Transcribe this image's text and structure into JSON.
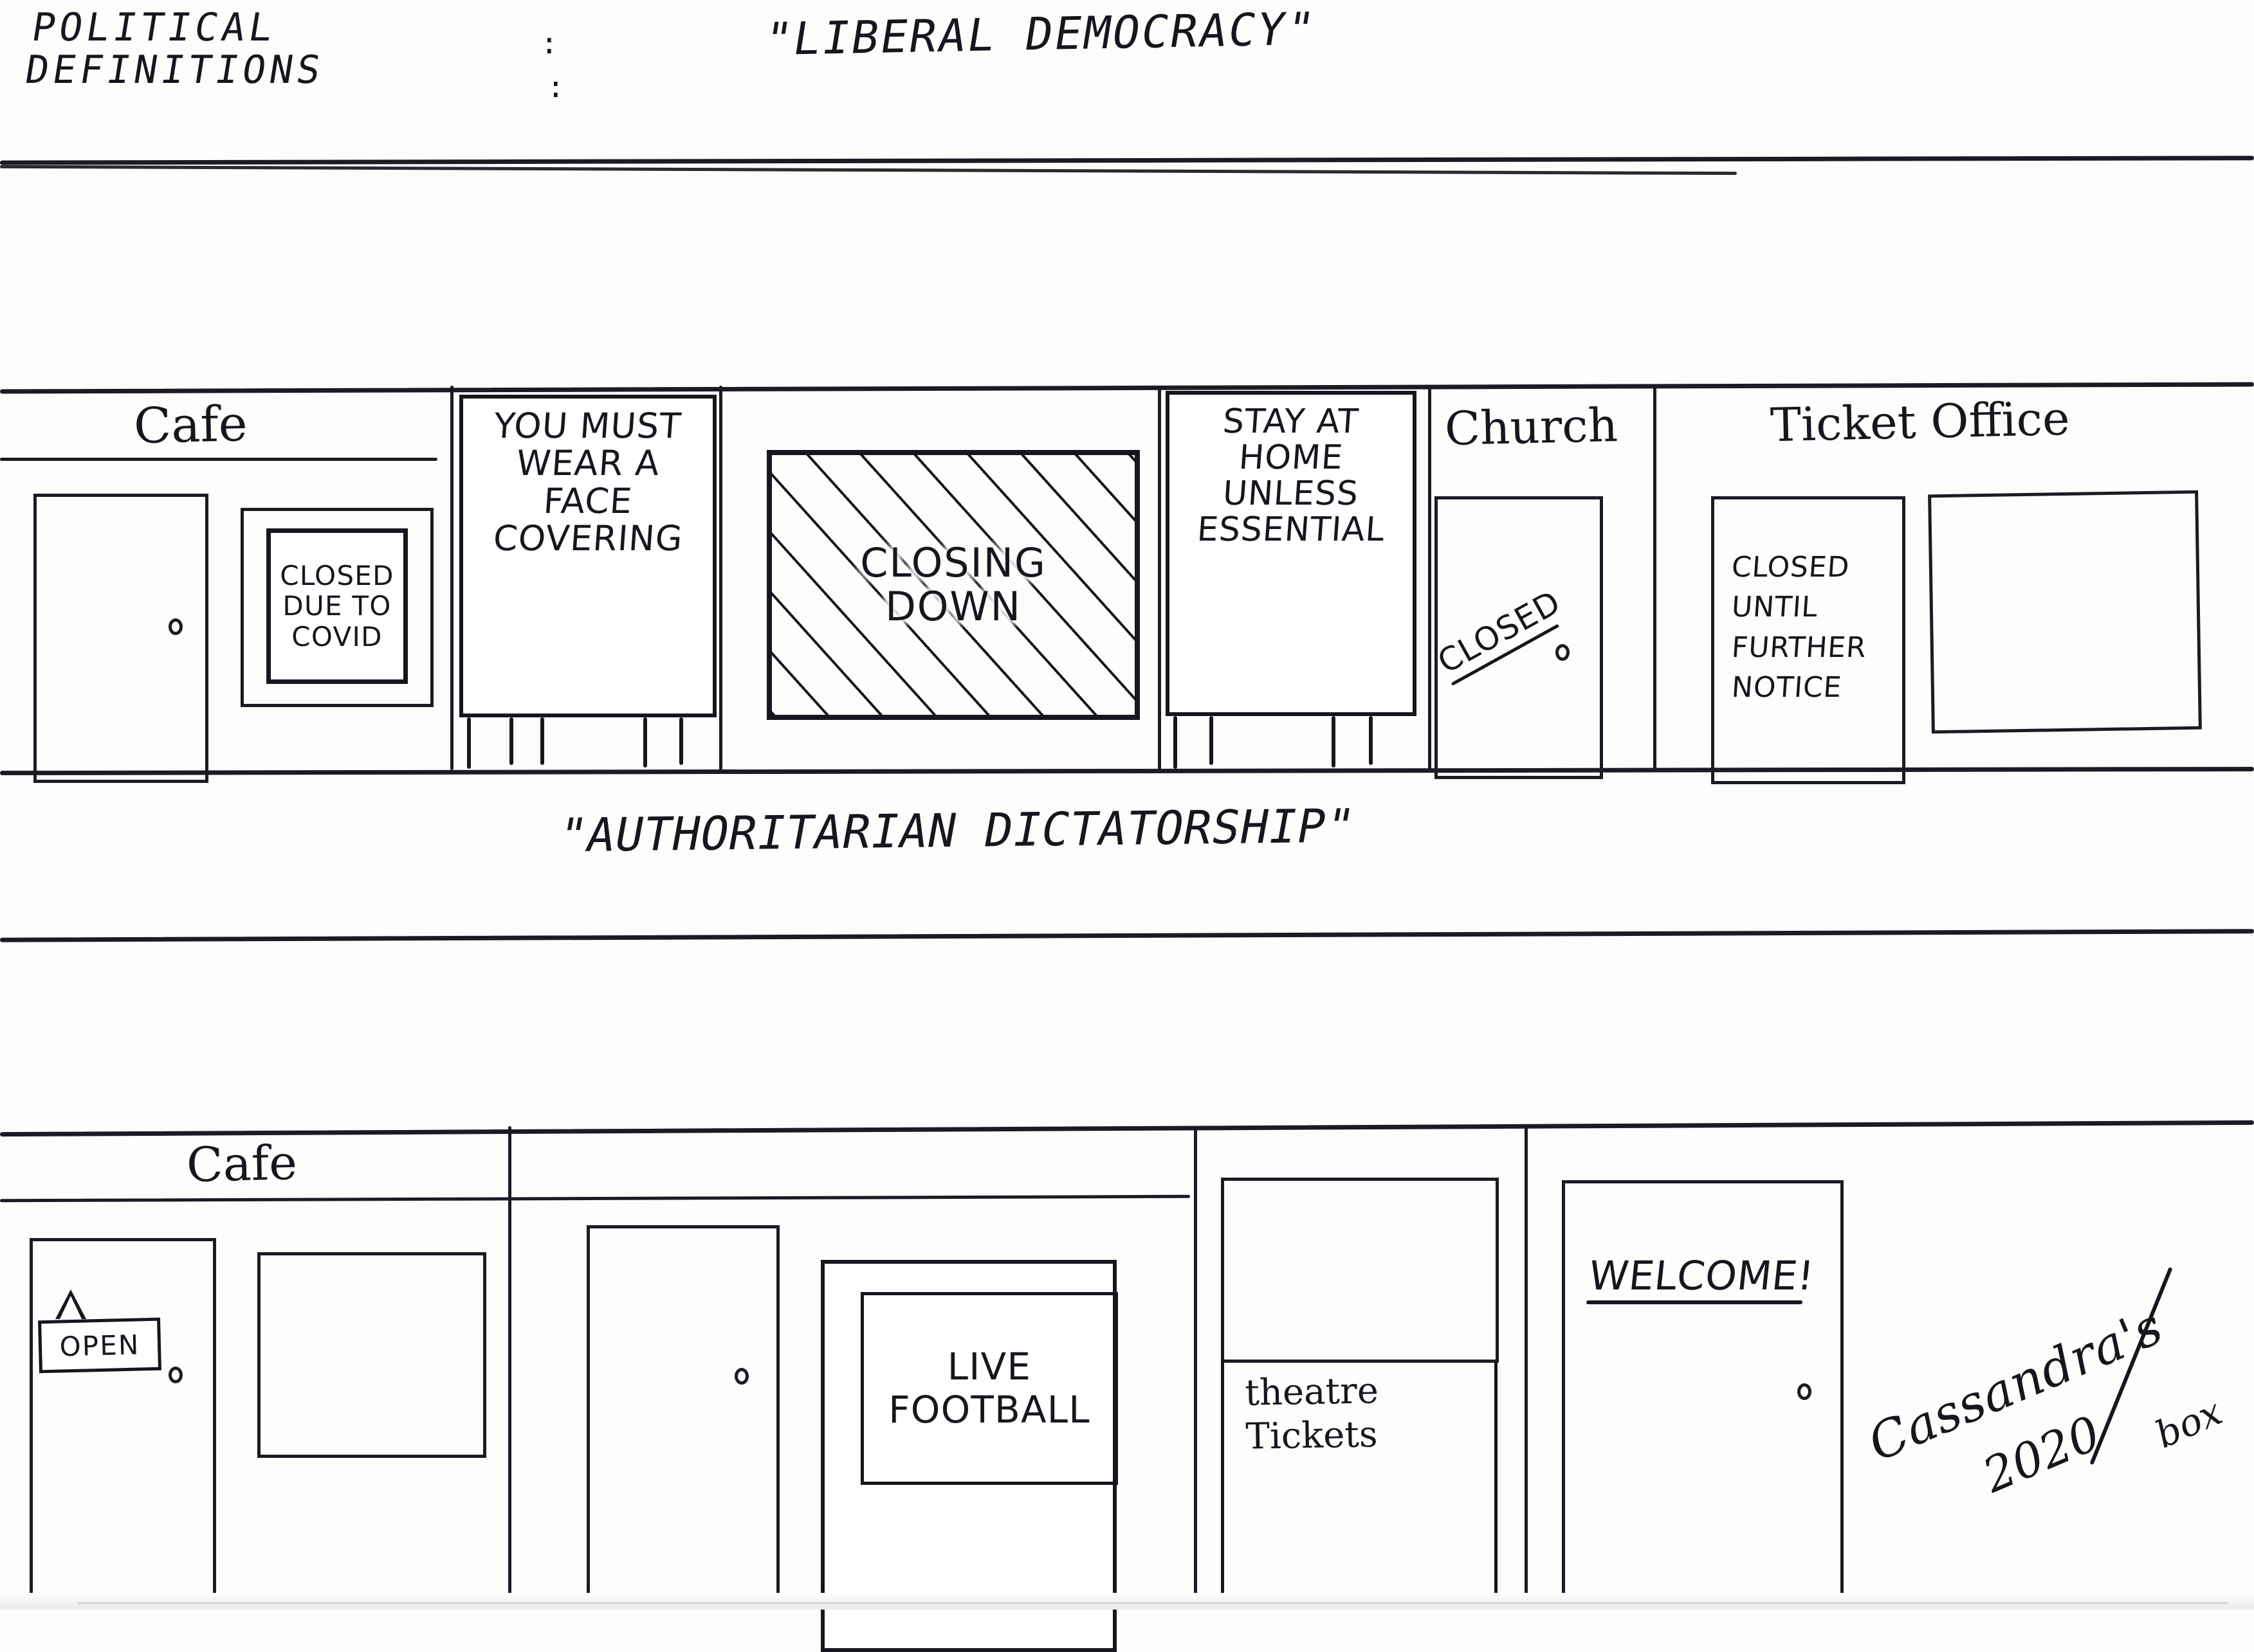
{
  "title": {
    "line1": "POLITICAL",
    "line2": "DEFINITIONS",
    "colon": ":",
    "headline": "\"LIBERAL DEMOCRACY\""
  },
  "caption_mid": "\"AUTHORITARIAN DICTATORSHIP\"",
  "row_top": {
    "shops": [
      {
        "name": "Cafe",
        "door_knob": "o",
        "poster": {
          "lines": [
            "CLOSED",
            "DUE TO",
            "COVID"
          ]
        }
      },
      {
        "billboard": {
          "lines": [
            "YOU MUST",
            "WEAR A",
            "FACE",
            "COVERING"
          ]
        }
      },
      {
        "hatch_sign": {
          "lines": [
            "CLOSING",
            "DOWN"
          ]
        }
      },
      {
        "billboard": {
          "lines": [
            "STAY AT",
            "HOME",
            "UNLESS",
            "ESSENTIAL"
          ]
        }
      },
      {
        "name": "Church",
        "door_knob": "o",
        "diagonal_sign": "CLOSED"
      },
      {
        "name": "Ticket Office",
        "door_sign": {
          "lines": [
            "CLOSED",
            "UNTIL",
            "FURTHER",
            "NOTICE"
          ]
        }
      }
    ]
  },
  "row_bottom": {
    "shops": [
      {
        "name": "Cafe",
        "door_knob": "o",
        "hanging_sign": "OPEN"
      },
      {
        "door_knob": "o",
        "window_poster": {
          "lines": [
            "LIVE",
            "FOOTBALL"
          ]
        }
      },
      {
        "booth_label": {
          "lines": [
            "theatre",
            "Tickets"
          ]
        }
      },
      {
        "door_knob": "o",
        "door_sign": "WELCOME!"
      }
    ]
  },
  "signature": {
    "name": "Cassandra's",
    "year": "2020",
    "suffix": "box"
  },
  "colors": {
    "ink": "#17161e",
    "paper": "#fdfdfc"
  }
}
